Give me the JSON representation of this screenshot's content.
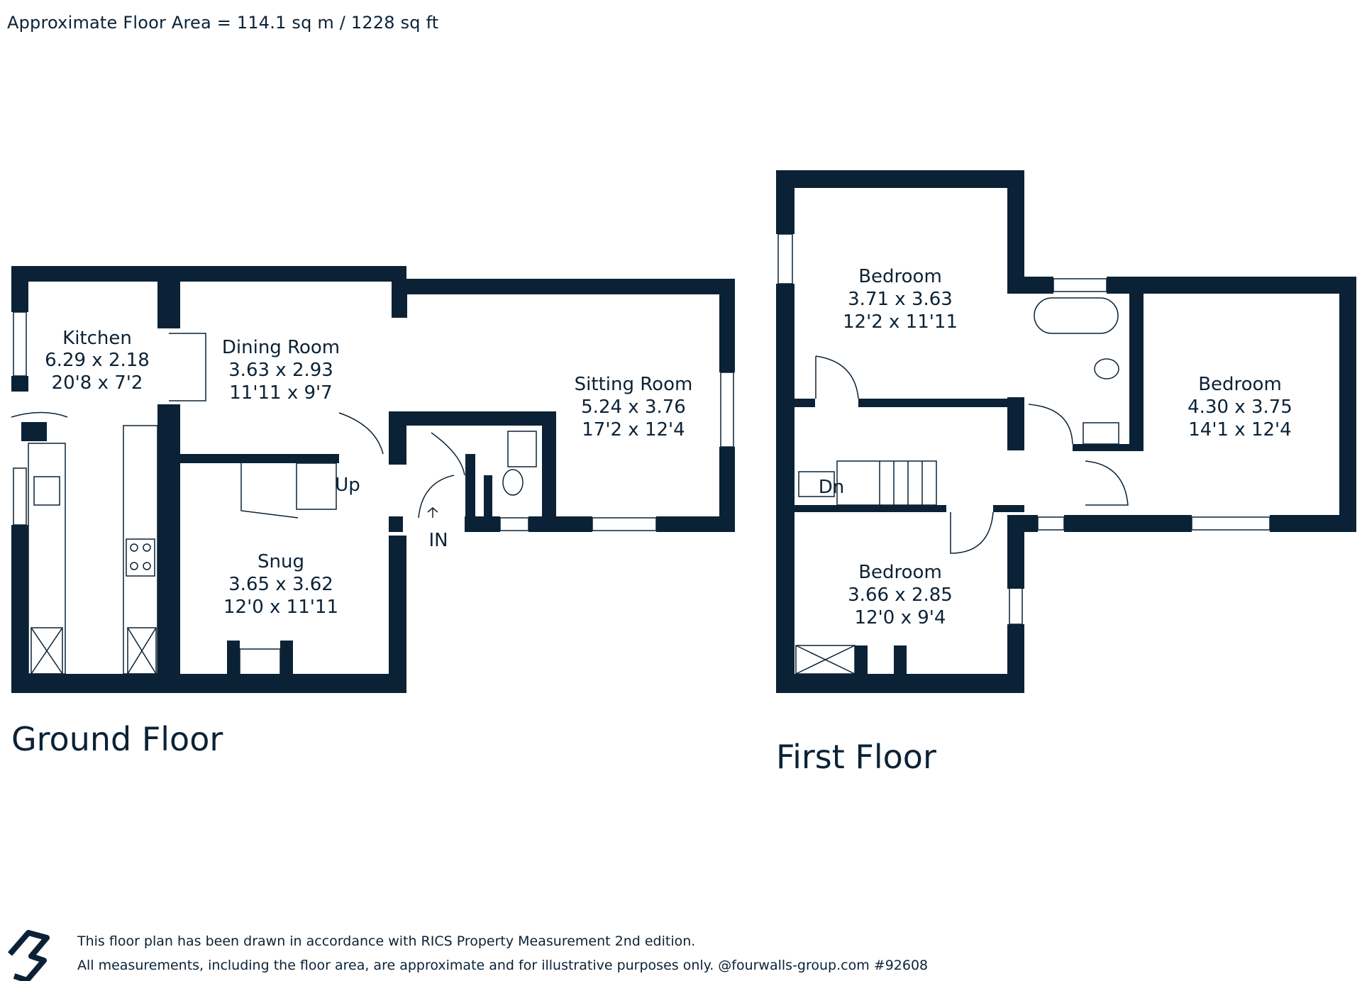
{
  "header": {
    "area_text": "Approximate Floor Area = 114.1 sq m / 1228 sq ft"
  },
  "ground_floor": {
    "title": "Ground Floor",
    "rooms": {
      "kitchen": {
        "name": "Kitchen",
        "metric": "6.29 x 2.18",
        "imperial": "20'8 x 7'2"
      },
      "dining": {
        "name": "Dining Room",
        "metric": "3.63 x 2.93",
        "imperial": "11'11 x 9'7"
      },
      "sitting": {
        "name": "Sitting Room",
        "metric": "5.24 x 3.76",
        "imperial": "17'2 x 12'4"
      },
      "snug": {
        "name": "Snug",
        "metric": "3.65 x 3.62",
        "imperial": "12'0 x 11'11"
      }
    },
    "stairs_label": "Up",
    "entrance_label": "IN"
  },
  "first_floor": {
    "title": "First Floor",
    "rooms": {
      "bedroom_top": {
        "name": "Bedroom",
        "metric": "3.71 x 3.63",
        "imperial": "12'2 x 11'11"
      },
      "bedroom_right": {
        "name": "Bedroom",
        "metric": "4.30 x 3.75",
        "imperial": "14'1 x 12'4"
      },
      "bedroom_bottom": {
        "name": "Bedroom",
        "metric": "3.66 x 2.85",
        "imperial": "12'0 x 9'4"
      }
    },
    "stairs_label": "Dn"
  },
  "footer": {
    "line1": "This floor plan has been drawn in accordance with RICS Property Measurement 2nd edition.",
    "line2": "All measurements, including the floor area, are approximate and for illustrative purposes only. @fourwalls-group.com #92608"
  },
  "colors": {
    "wall": "#0b2236",
    "text": "#0b2236",
    "background": "#ffffff"
  },
  "icons": {
    "logo": "fourwalls-logo-icon",
    "entrance_arrow": "up-arrow-icon"
  }
}
